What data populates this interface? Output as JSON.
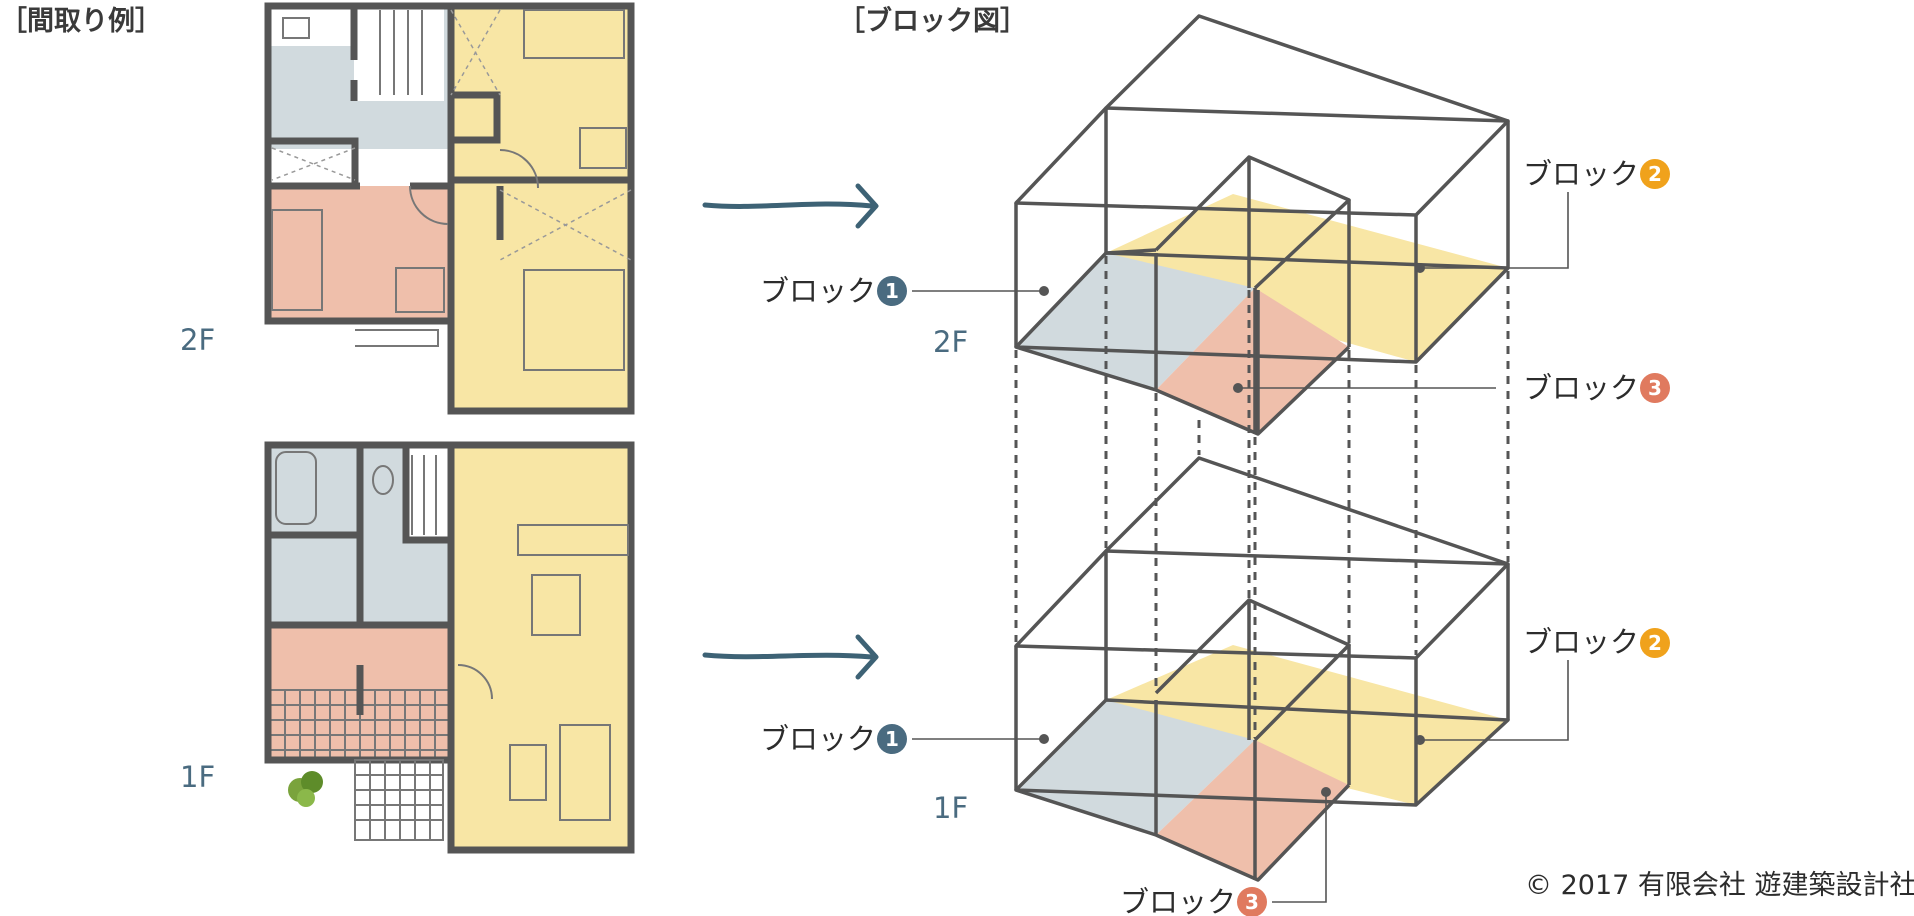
{
  "titles": {
    "floorplan": "［間取り例］",
    "block": "［ブロック図］"
  },
  "floors": {
    "upper": "2F",
    "lower": "1F"
  },
  "blocks": {
    "b1": {
      "label": "ブロック",
      "number": "1",
      "color": "#4a6b80"
    },
    "b2": {
      "label": "ブロック",
      "number": "2",
      "color": "#f0a21c"
    },
    "b3": {
      "label": "ブロック",
      "number": "3",
      "color": "#e07a5f"
    }
  },
  "colors": {
    "yellow": "#f8e6a5",
    "gray": "#d1dade",
    "pink": "#efbfab",
    "arrow": "#3d6275"
  },
  "copyright": "© 2017 有限会社 遊建築設計社"
}
